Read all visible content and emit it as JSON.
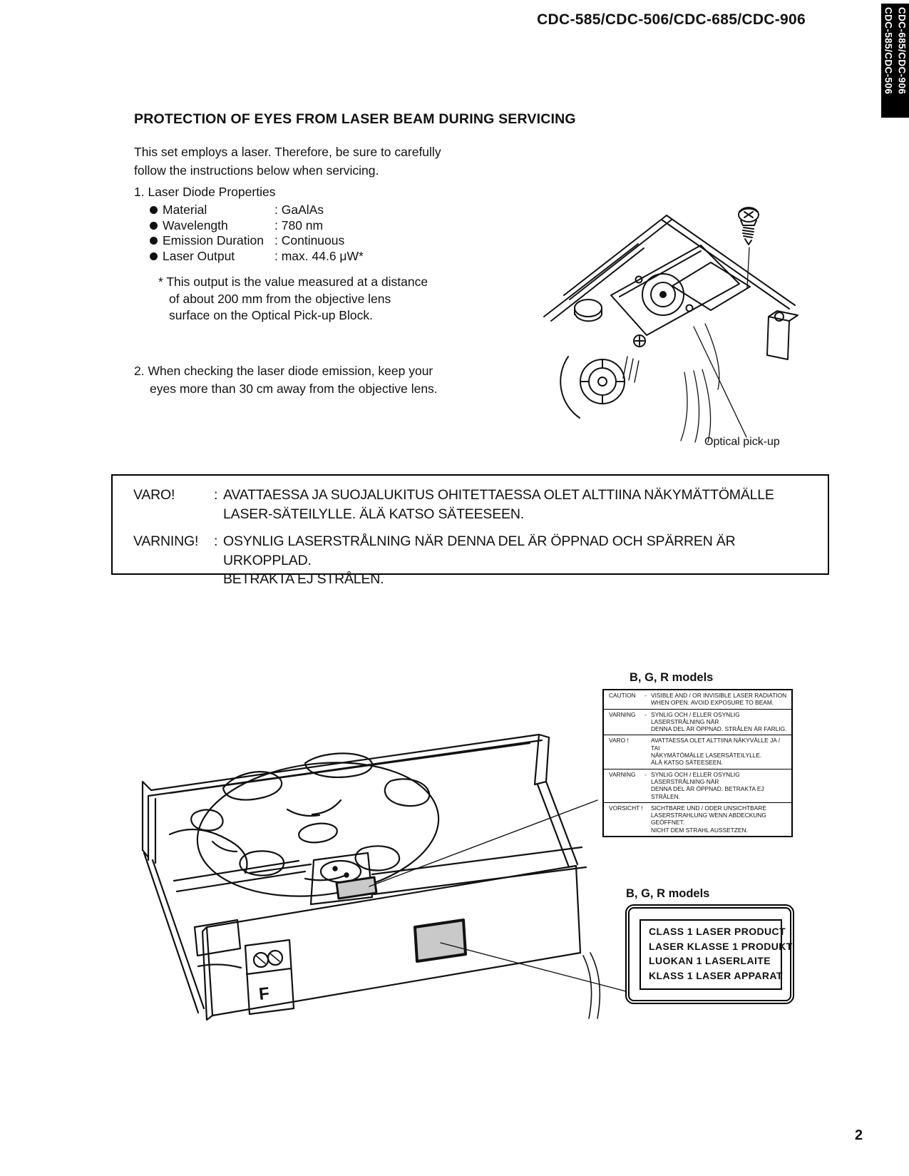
{
  "page": {
    "header_model": "CDC-585/CDC-506/CDC-685/CDC-906",
    "side_tab": {
      "line1": "CDC-585/CDC-506",
      "line2": "CDC-685/CDC-906"
    },
    "page_number": "2"
  },
  "protection_section": {
    "title": "PROTECTION OF EYES FROM LASER BEAM DURING SERVICING",
    "intro": [
      "This set employs a laser. Therefore, be sure to carefully",
      "follow the instructions below when servicing."
    ],
    "item1_heading": "1. Laser Diode Properties",
    "properties": [
      {
        "label": "Material",
        "value": ": GaAlAs"
      },
      {
        "label": "Wavelength",
        "value": ": 780 nm"
      },
      {
        "label": "Emission Duration",
        "value": ": Continuous"
      },
      {
        "label": "Laser Output",
        "value": ": max. 44.6 μW*"
      }
    ],
    "footnote": [
      "* This output is the value measured at a distance",
      "of about 200 mm from the objective lens",
      "surface on the Optical Pick-up Block."
    ],
    "item2": [
      "2. When checking the laser diode emission, keep your",
      "eyes more than 30 cm away from the objective lens."
    ]
  },
  "pickup_figure": {
    "caption": "Optical pick-up"
  },
  "warning_box": {
    "rows": [
      {
        "term": "VARO!",
        "colon": ":",
        "lines": [
          "AVATTAESSA JA SUOJALUKITUS OHITETTAESSA OLET ALTTIINA NÄKYMÄTTÖMÄLLE",
          "LASER-SÄTEILYLLE. ÄLÄ KATSO SÄTEESEEN."
        ]
      },
      {
        "term": "VARNING!",
        "colon": ":",
        "lines": [
          "OSYNLIG LASERSTRÅLNING NÄR DENNA DEL ÄR ÖPPNAD OCH SPÄRREN ÄR URKOPPLAD.",
          "BETRAKTA EJ STRÅLEN."
        ]
      }
    ]
  },
  "caution_label": {
    "heading": "B, G, R models",
    "rows": [
      {
        "term": "CAUTION",
        "sep": "-",
        "lines": [
          "VISIBLE AND / OR INVISIBLE LASER RADIATION",
          "WHEN OPEN. AVOID EXPOSURE TO BEAM."
        ]
      },
      {
        "term": "VARNING",
        "sep": "-",
        "lines": [
          "SYNLIG OCH / ELLER OSYNLIG LASERSTRÅLNING NÄR",
          "DENNA DEL ÄR ÖPPNAD. STRÅLEN ÄR FARLIG."
        ]
      },
      {
        "term": "VARO !",
        "sep": "",
        "lines": [
          "AVATTAESSA OLET ALTTIINA NÄKYVÄLLE JA / TAI",
          "NÄKYMÄTÖMÄLLE LASERSÄTEILYLLE.",
          "ÄLÄ KATSO SÄTEESEEN."
        ]
      },
      {
        "term": "VARNING",
        "sep": "-",
        "lines": [
          "SYNLIG OCH / ELLER OSYNLIG LASERSTRÅLNING NÄR",
          "DENNA DEL ÄR ÖPPNAD. BETRAKTA EJ STRÅLEN."
        ]
      },
      {
        "term": "VORSICHT !",
        "sep": "",
        "lines": [
          "SICHTBARE UND / ODER UNSICHTBARE",
          "LASERSTRAHLUNG WENN ABDECKUNG GEÖFFNET.",
          "NICHT DEM STRAHL AUSSETZEN."
        ]
      }
    ]
  },
  "class1_label": {
    "heading": "B, G, R models",
    "lines": [
      "CLASS 1 LASER PRODUCT",
      "LASER KLASSE 1 PRODUKT",
      "LUOKAN 1 LASERLAITE",
      "KLASS 1 LASER APPARAT"
    ]
  },
  "mechanism_figure": {
    "front_panel_letter": "F"
  },
  "colors": {
    "ink": "#111111",
    "label_fill": "#c9c9c9"
  }
}
